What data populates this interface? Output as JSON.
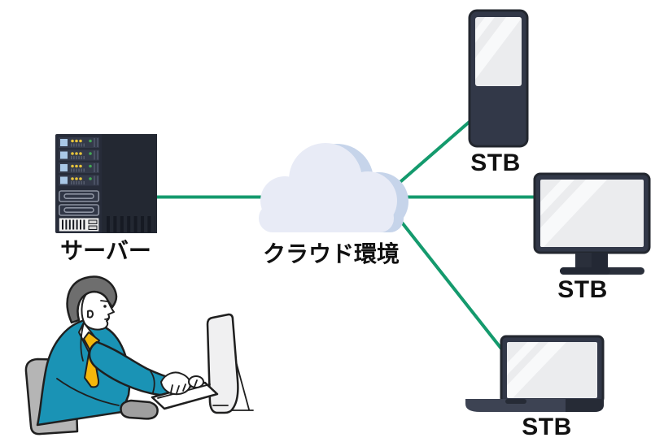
{
  "nodes": {
    "server": {
      "label": "サーバー",
      "icon": "rack-server-icon"
    },
    "cloud": {
      "label": "クラウド環境",
      "icon": "cloud-icon"
    },
    "stb_signage": {
      "label": "STB",
      "icon": "digital-signage-icon"
    },
    "stb_monitor": {
      "label": "STB",
      "icon": "desktop-monitor-icon"
    },
    "stb_laptop": {
      "label": "STB",
      "icon": "laptop-icon"
    },
    "operator": {
      "icon": "person-at-computer-illustration"
    }
  },
  "connections": [
    {
      "from": "server",
      "to": "cloud"
    },
    {
      "from": "cloud",
      "to": "stb_signage"
    },
    {
      "from": "cloud",
      "to": "stb_monitor"
    },
    {
      "from": "cloud",
      "to": "stb_laptop"
    }
  ],
  "colors": {
    "background": "#ffffff",
    "connection_line": "#149a6d",
    "device_body": "#323848",
    "device_body_dark": "#232832",
    "screen": "#ebecee",
    "screen_glare": "#f8f9fa",
    "cloud_main": "#e8ebf6",
    "cloud_shadow": "#c6d4ea",
    "label_text": "#111111",
    "suit": "#1a93b5",
    "tie": "#f4b70c",
    "hair": "#6e6e6e",
    "chair": "#b5b5b5",
    "server_led_yellow": "#e6c33c",
    "server_led_green": "#43a854",
    "server_bay_blue": "#a9c7e6"
  }
}
